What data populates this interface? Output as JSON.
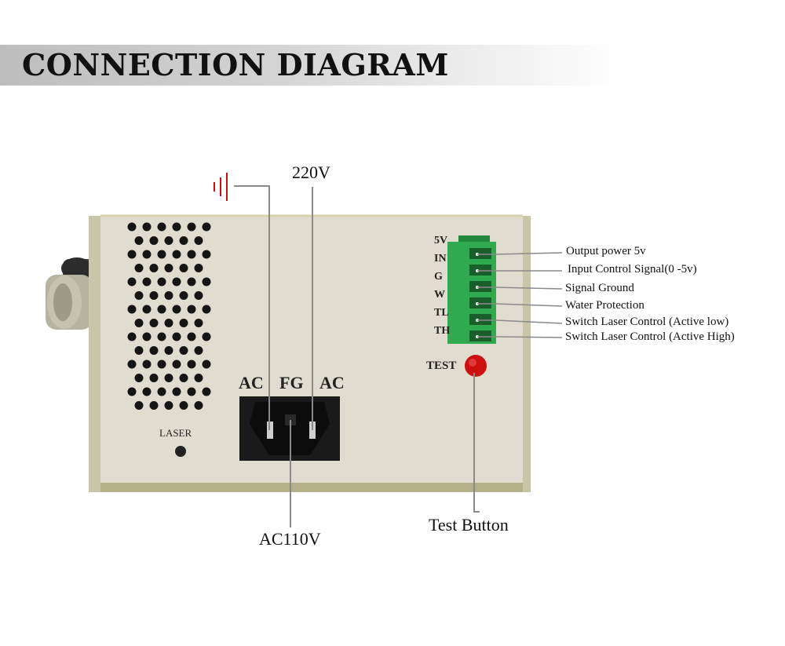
{
  "header": {
    "title": "CONNECTION DIAGRAM"
  },
  "top": {
    "voltage_220": "220V"
  },
  "panel": {
    "ac_left": "AC",
    "fg": "FG",
    "ac_right": "AC",
    "laser": "LASER",
    "test": "TEST",
    "terminal_labels": [
      "5V",
      "IN",
      "G",
      "W",
      "TL",
      "TH"
    ]
  },
  "terminals": [
    "Output power 5v",
    "Input Control Signal(0 -5v)",
    "Signal Ground",
    "Water Protection",
    "Switch Laser Control (Active low)",
    "Switch Laser Control (Active High)"
  ],
  "bottom": {
    "ac110": "AC110V",
    "test_button": "Test Button"
  },
  "colors": {
    "panel": "#dcdcc8",
    "terminal_block": "#2faa4f",
    "test_button": "#cc1010",
    "ground_symbol": "#c0101a"
  }
}
